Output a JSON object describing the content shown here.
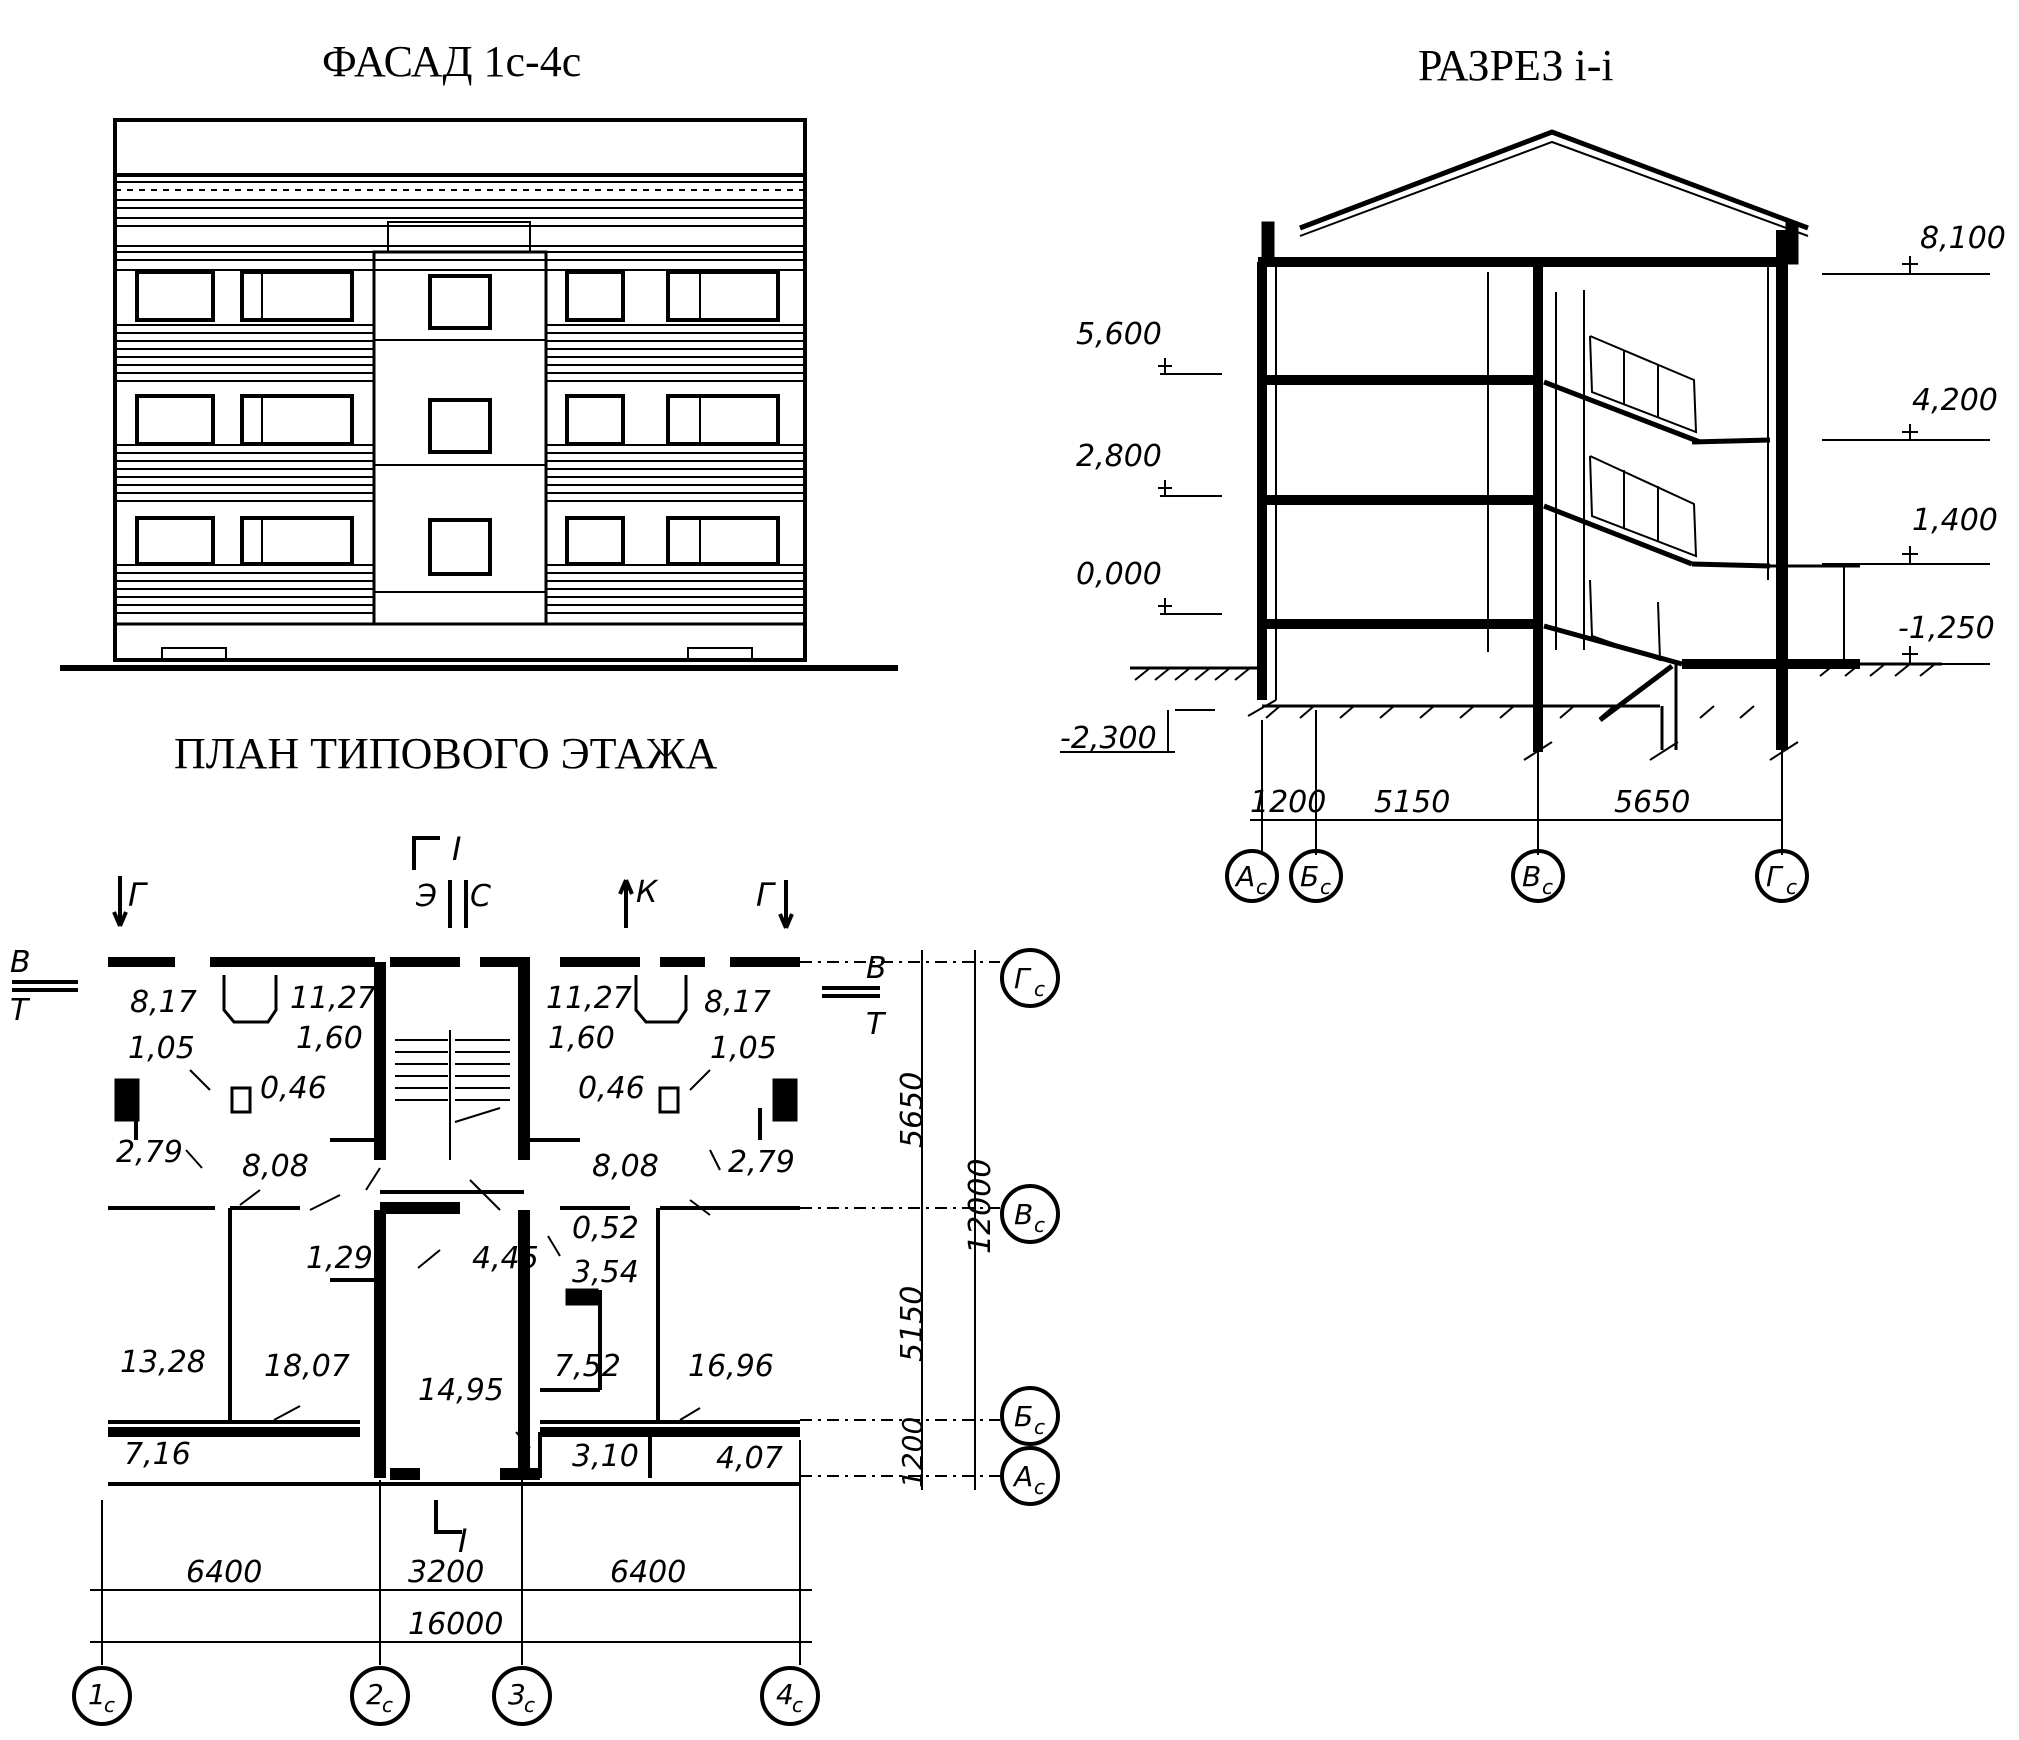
{
  "titles": {
    "facade": "ФАСАД 1с-4с",
    "section": "РАЗРЕЗ i-i",
    "plan": "ПЛАН ТИПОВОГО ЭТАЖА"
  },
  "section_levels": {
    "left": [
      "5,600",
      "2,800",
      "0,000",
      "-2,300"
    ],
    "right": [
      "8,100",
      "4,200",
      "1,400",
      "-1,250"
    ]
  },
  "section_dims": [
    "1200",
    "5150",
    "5650"
  ],
  "section_axes": [
    {
      "letter": "А",
      "sub": "с"
    },
    {
      "letter": "Б",
      "sub": "с"
    },
    {
      "letter": "В",
      "sub": "с"
    },
    {
      "letter": "Г",
      "sub": "с"
    }
  ],
  "plan_rooms": {
    "left": [
      "8,17",
      "11,27",
      "1,05",
      "1,60",
      "0,46",
      "2,79",
      "8,08",
      "1,29",
      "13,28",
      "18,07",
      "7,16"
    ],
    "center": [
      "4,45",
      "14,95"
    ],
    "right": [
      "11,27",
      "8,17",
      "1,60",
      "1,05",
      "0,46",
      "2,79",
      "8,08",
      "0,52",
      "3,54",
      "7,52",
      "16,96",
      "3,10",
      "4,07"
    ]
  },
  "plan_markers": {
    "cut": "I",
    "g_left": "Г",
    "g_right": "Г",
    "e": "Э",
    "c": "С",
    "k": "К",
    "v_left": "В",
    "t_left": "Т",
    "v_right": "В",
    "t_right": "Т"
  },
  "plan_dims": {
    "vertical": [
      "5650",
      "5150",
      "1200"
    ],
    "vertical_total": "12000",
    "horizontal": [
      "6400",
      "3200",
      "6400"
    ],
    "horizontal_total": "16000"
  },
  "plan_row_axes": [
    {
      "letter": "Г",
      "sub": "с"
    },
    {
      "letter": "В",
      "sub": "с"
    },
    {
      "letter": "Б",
      "sub": "с"
    },
    {
      "letter": "А",
      "sub": "с"
    }
  ],
  "plan_col_axes": [
    {
      "letter": "1",
      "sub": "с"
    },
    {
      "letter": "2",
      "sub": "с"
    },
    {
      "letter": "3",
      "sub": "с"
    },
    {
      "letter": "4",
      "sub": "с"
    }
  ]
}
